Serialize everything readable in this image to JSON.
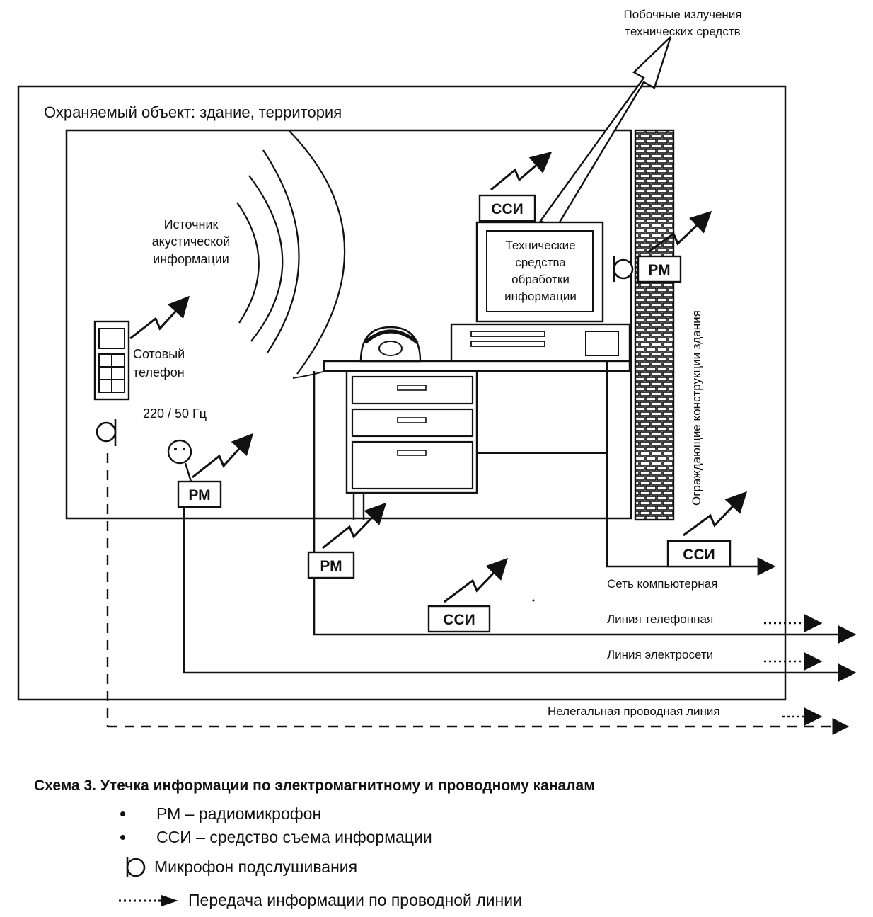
{
  "diagram": {
    "object_label": "Охраняемый объект: здание, территория",
    "emission_label_line1": "Побочные излучения",
    "emission_label_line2": "технических средств",
    "acoustic_label_line1": "Источник",
    "acoustic_label_line2": "акустической",
    "acoustic_label_line3": "информации",
    "tech_label_line1": "Технические",
    "tech_label_line2": "средства",
    "tech_label_line3": "обработки",
    "tech_label_line4": "информации",
    "phone_label_line1": "Сотовый",
    "phone_label_line2": "телефон",
    "power_label": "220 / 50 Гц",
    "wall_label": "Ограждающие конструкции здания",
    "rm_label": "РМ",
    "ssi_label": "ССИ",
    "net_label": "Сеть компьютерная",
    "tel_line_label": "Линия телефонная",
    "power_line_label": "Линия электросети",
    "illegal_line_label": "Нелегальная проводная линия"
  },
  "caption": {
    "title": "Схема 3. Утечка информации по электромагнитному и проводному каналам",
    "legend_rm": "РМ – радиомикрофон",
    "legend_ssi": "ССИ – средство съема информации",
    "legend_mic": "Микрофон подслушивания",
    "legend_wire": "Передача информации по проводной линии"
  }
}
